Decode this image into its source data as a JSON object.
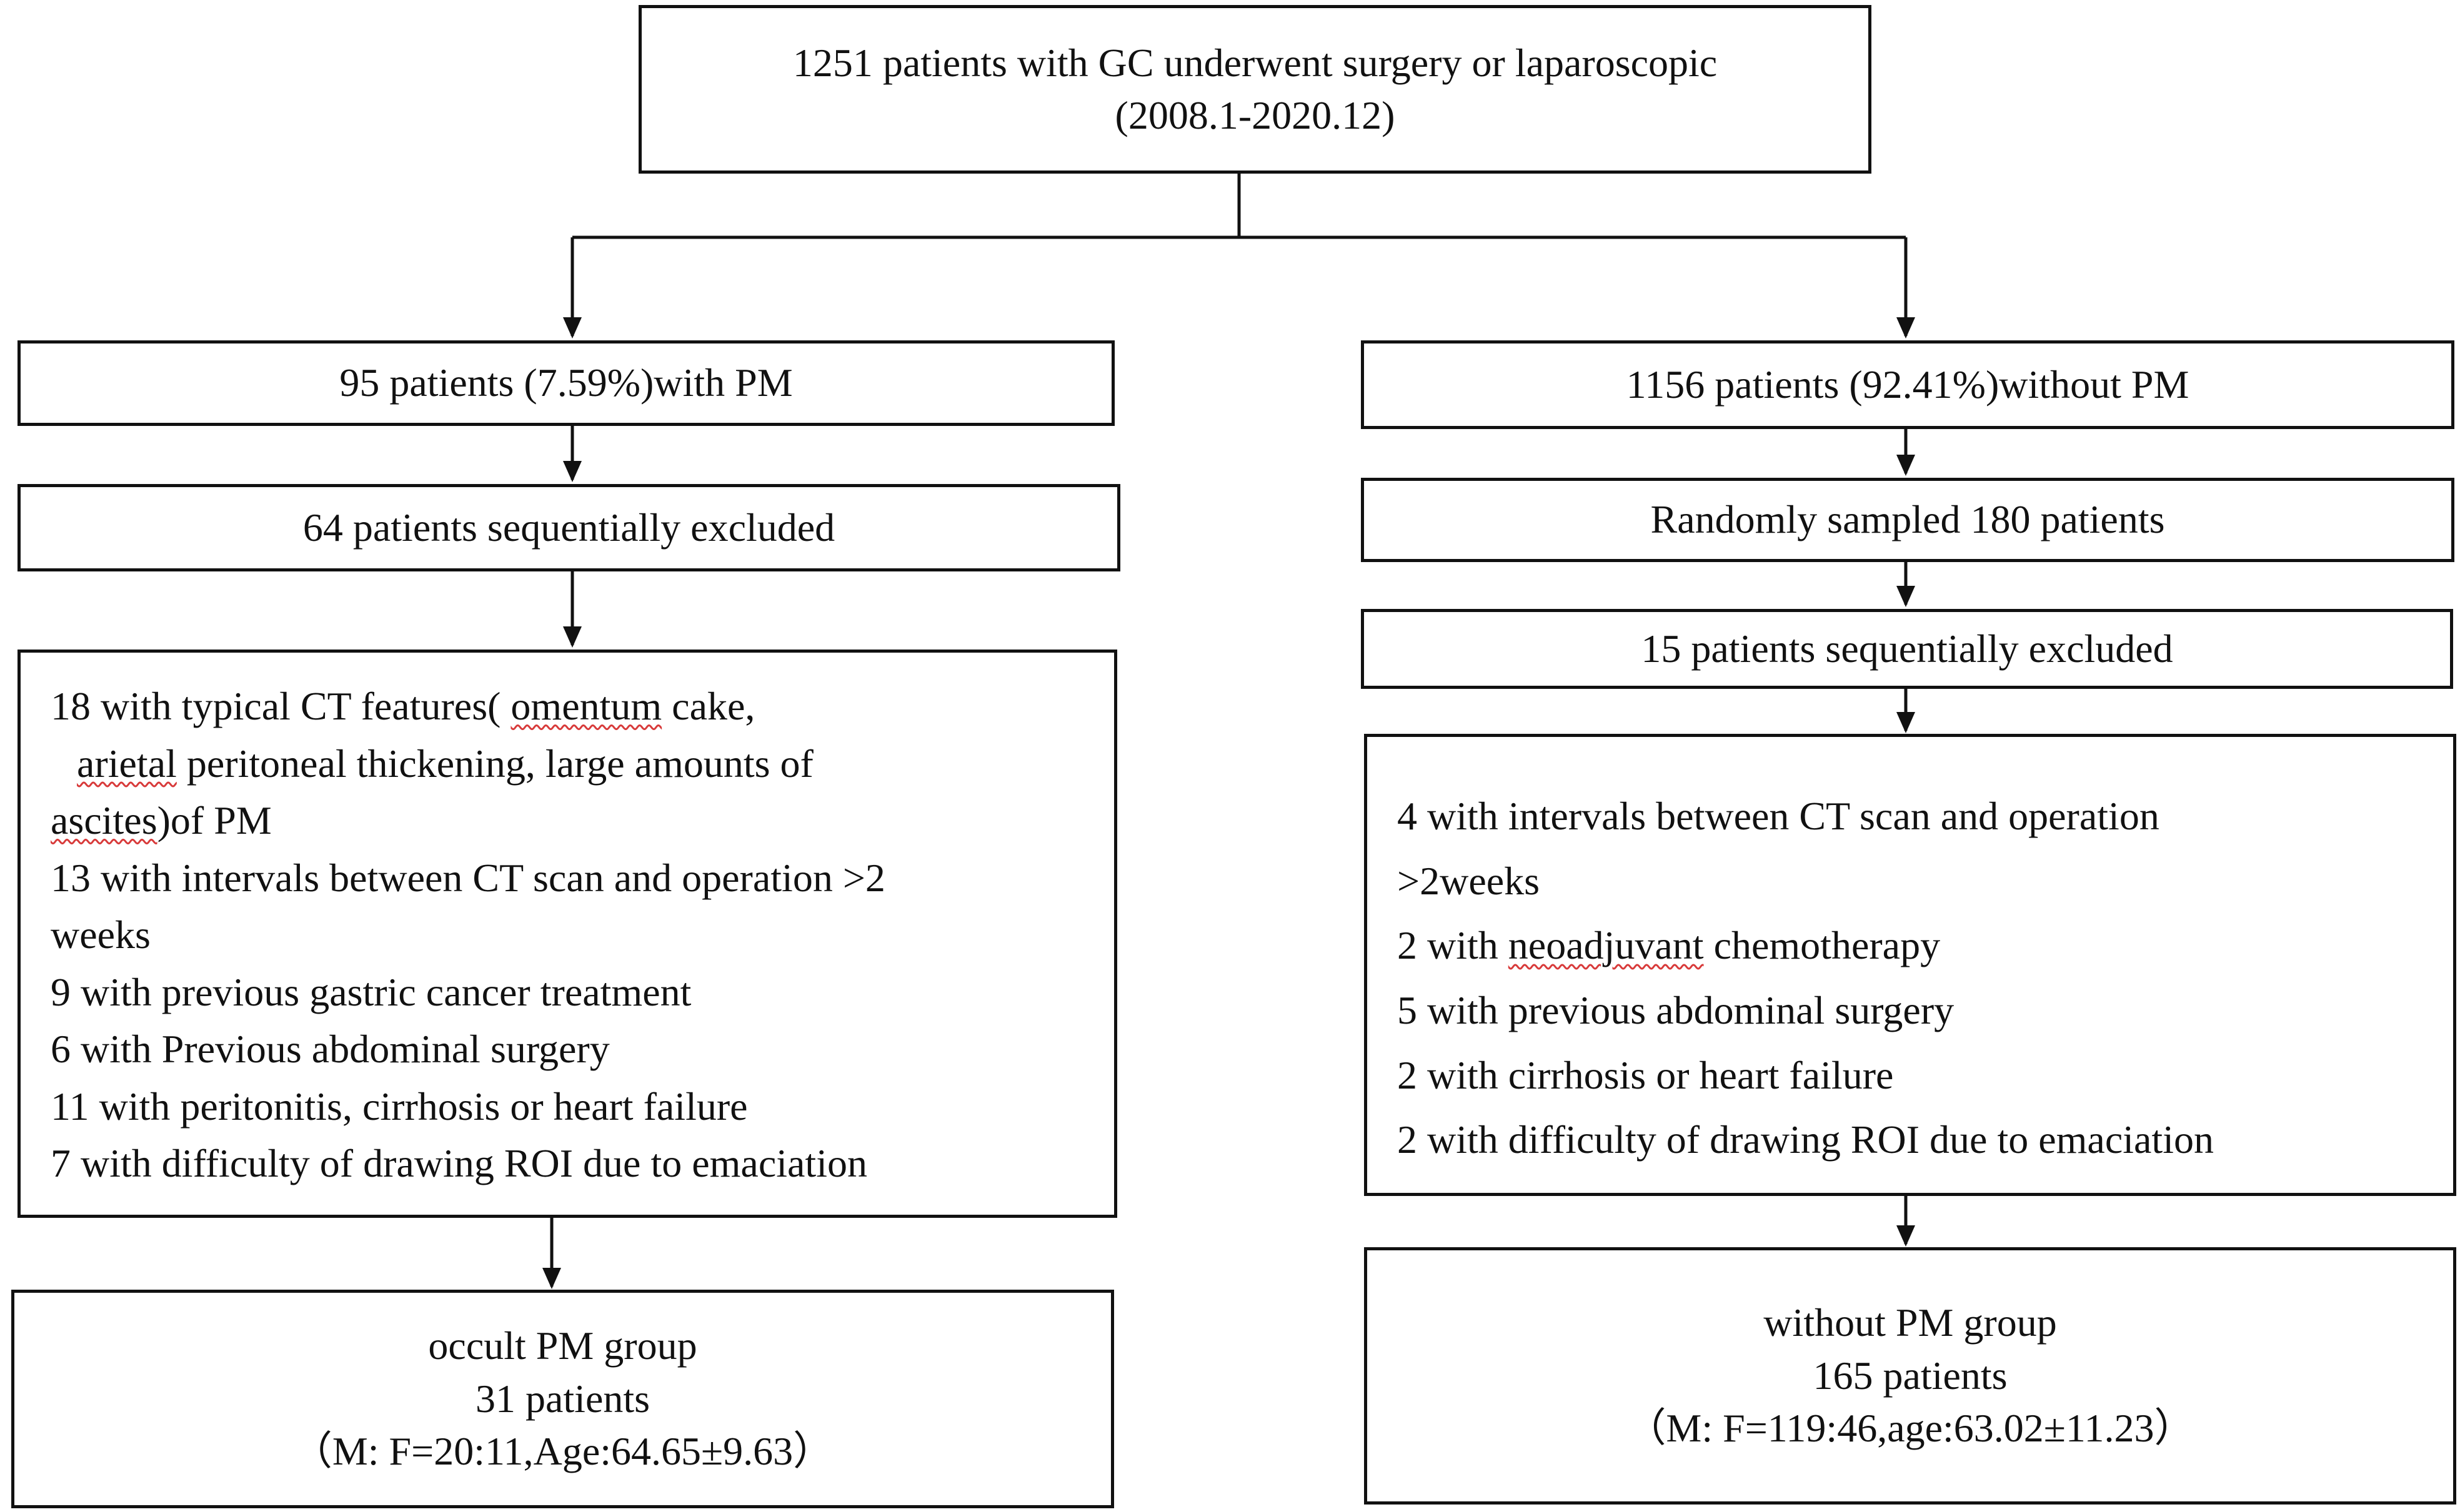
{
  "top": {
    "line1": "1251 patients with GC underwent surgery or laparoscopic",
    "line2": "(2008.1-2020.12)"
  },
  "left": {
    "pm": "95 patients (7.59%)with PM",
    "excluded": "64 patients sequentially excluded",
    "reasons": {
      "r1_pre": "18 with typical CT features( ",
      "r1_word": "omentum",
      "r1_post": " cake,",
      "r2_word": "arietal",
      "r2_post": " peritoneal thickening, large amounts of",
      "r3_word": "ascites",
      "r3_post": ")of PM",
      "r4": "13 with intervals between CT scan and operation >2",
      "r5": "weeks",
      "r6": "9 with previous gastric cancer treatment",
      "r7": "6 with Previous abdominal surgery",
      "r8": "11 with peritonitis, cirrhosis or heart failure",
      "r9": "7 with difficulty of drawing ROI due to emaciation"
    },
    "group": {
      "name": "occult PM group",
      "count": "31 patients",
      "stats": "（M: F=20:11,Age:64.65±9.63）"
    }
  },
  "right": {
    "no_pm": "1156 patients (92.41%)without PM",
    "sampled": "Randomly sampled 180 patients",
    "excluded": "15 patients sequentially excluded",
    "reasons": {
      "r1": "4 with intervals between CT scan and operation",
      "r2": ">2weeks",
      "r3_pre": "2 with ",
      "r3_word": "neoadjuvant",
      "r3_post": " chemotherapy",
      "r4": "5 with previous abdominal surgery",
      "r5": "2 with cirrhosis or heart failure",
      "r6": "2 with difficulty of drawing ROI due to emaciation"
    },
    "group": {
      "name": "without PM group",
      "count": "165 patients",
      "stats": "（M: F=119:46,age:63.02±11.23）"
    }
  }
}
